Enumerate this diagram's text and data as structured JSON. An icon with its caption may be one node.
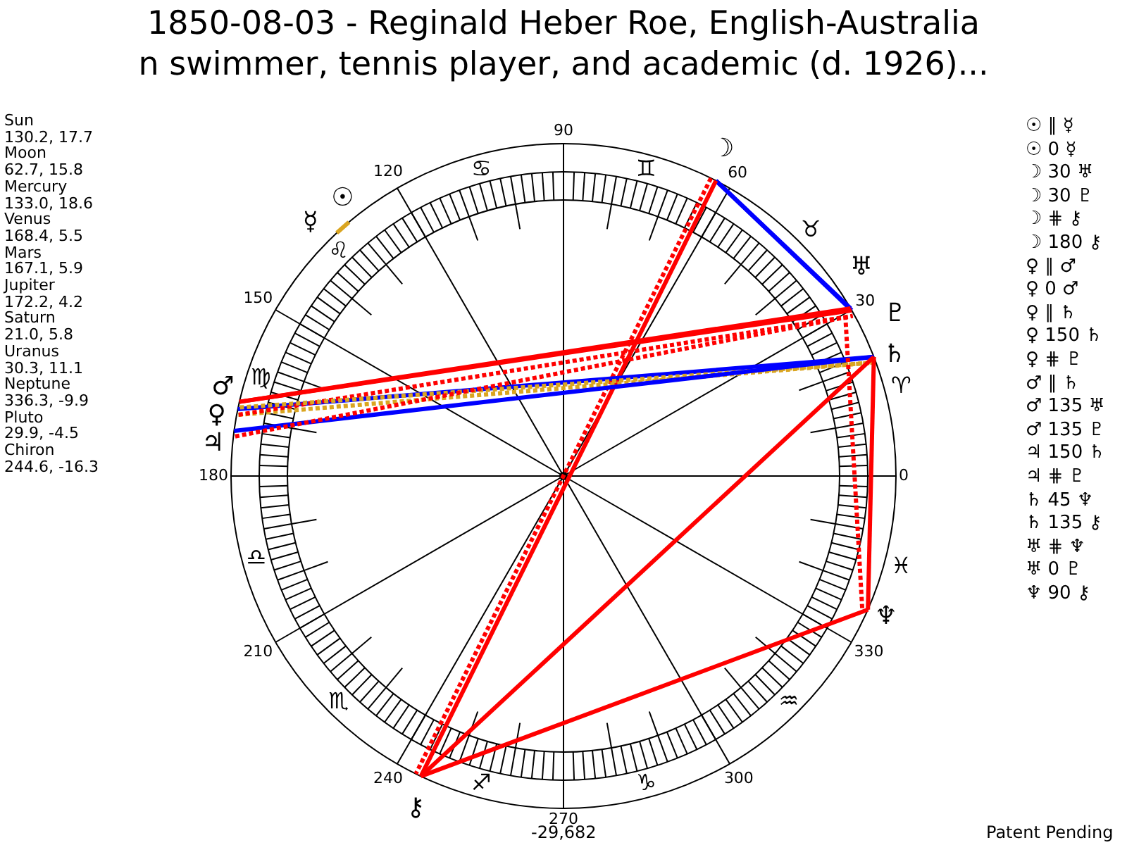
{
  "diagram": {
    "title": "1850-08-03 - Reginald Heber Roe, English-Australia n swimmer, tennis player, and academic (d. 1926)...",
    "nodes": [
      {
        "text": [
          "☉"
        ]
      },
      {
        "text": [
          "☿"
        ]
      },
      {
        "text": [
          "☽"
        ]
      },
      {
        "text": [
          "♀"
        ]
      },
      {
        "text": [
          "♂"
        ]
      },
      {
        "text": [
          "♃"
        ]
      },
      {
        "text": [
          "♄"
        ]
      },
      {
        "text": [
          "♅"
        ]
      },
      {
        "text": [
          "♆"
        ]
      },
      {
        "text": [
          "♇"
        ]
      },
      {
        "text": [
          "⚷"
        ]
      }
    ],
    "edges": [
      {
        "from": 0,
        "to": 1,
        "arrow": "none",
        "color": "#daa520"
      },
      {
        "from": 2,
        "to": 7,
        "arrow": "none",
        "color": "#0000ff"
      },
      {
        "from": 2,
        "to": 9,
        "arrow": "none",
        "color": "#0000ff"
      },
      {
        "from": 2,
        "to": 10,
        "arrow": "none",
        "style": "dashed"
      },
      {
        "from": 2,
        "to": 10,
        "arrow": "none"
      },
      {
        "from": 3,
        "to": 6,
        "arrow": "none",
        "style": "dashed",
        "color": "#daa520"
      },
      {
        "from": 3,
        "to": 6,
        "arrow": "none",
        "color": "#0000ff"
      },
      {
        "from": 3,
        "to": 9,
        "arrow": "none",
        "style": "dashed"
      },
      {
        "from": 4,
        "to": 6,
        "arrow": "none",
        "style": "dashed",
        "color": "#daa520"
      },
      {
        "from": 4,
        "to": 7,
        "arrow": "none"
      },
      {
        "from": 4,
        "to": 9,
        "arrow": "none"
      },
      {
        "from": 5,
        "to": 6,
        "arrow": "none",
        "color": "#0000ff"
      },
      {
        "from": 5,
        "to": 9,
        "arrow": "none",
        "style": "dashed"
      },
      {
        "from": 6,
        "to": 8,
        "arrow": "none"
      },
      {
        "from": 6,
        "to": 10,
        "arrow": "none"
      },
      {
        "from": 7,
        "to": 8,
        "arrow": "none",
        "style": "dashed"
      },
      {
        "from": 8,
        "to": 10,
        "arrow": "none"
      }
    ],
    "labels": [
      "Sun",
      "130.2, 17.7",
      "Moon",
      "62.7, 15.8",
      "Mercury",
      "133.0, 18.6",
      "Venus",
      "168.4, 5.5",
      "Mars",
      "167.1, 5.9",
      "Jupiter",
      "172.2, 4.2",
      "Saturn",
      "21.0, 5.8",
      "Uranus",
      "30.3, 11.1",
      "Neptune",
      "336.3, -9.9",
      "Pluto",
      "29.9, -4.5",
      "Chiron",
      "244.6, -16.3",
      "0",
      "30",
      "60",
      "90",
      "120",
      "150",
      "180",
      "210",
      "240",
      "270",
      "300",
      "330",
      "♈",
      "♉",
      "♊",
      "♋",
      "♌",
      "♍",
      "♎",
      "♏",
      "♐",
      "♑",
      "♒",
      "♓",
      "☉ ∥ ☿",
      "☉ 0 ☿",
      "☽ 30 ♅",
      "☽ 30 ♇",
      "☽ ⋕ ⚷",
      "☽ 180 ⚷",
      "♀ ∥ ♂",
      "♀ 0 ♂",
      "♀ ∥ ♄",
      "♀ 150 ♄",
      "♀ ⋕ ♇",
      "♂ ∥ ♄",
      "♂ 135 ♅",
      "♂ 135 ♇",
      "♃ 150 ♄",
      "♃ ⋕ ♇",
      "♄ 45 ♆",
      "♄ 135 ⚷",
      "♅ ⋕ ♆",
      "♅ 0 ♇",
      "♆ 90 ⚷",
      "-29,682",
      "Patent Pending"
    ]
  }
}
